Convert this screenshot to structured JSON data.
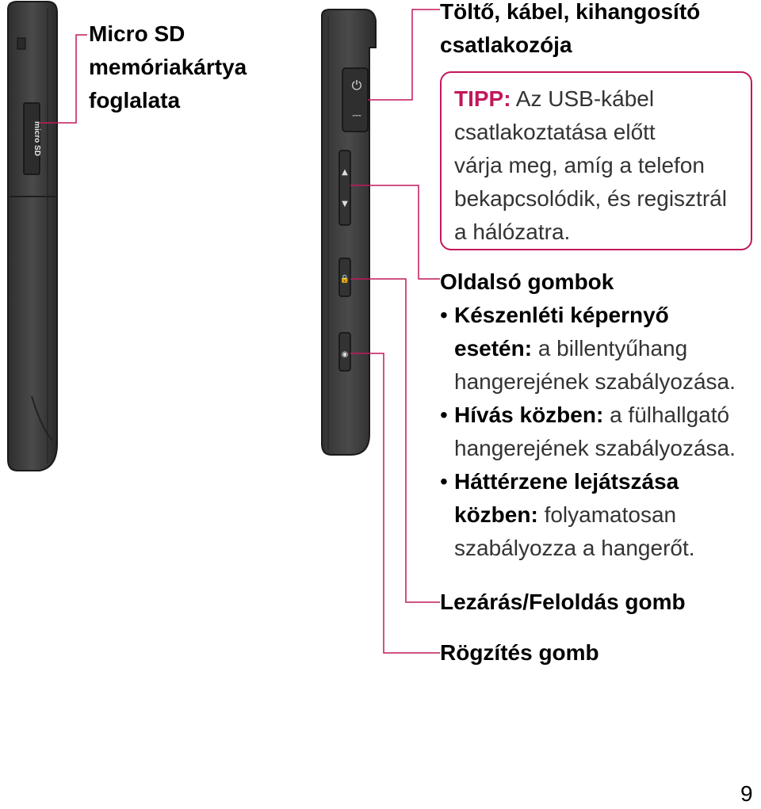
{
  "labels": {
    "charger_port_line1": "Töltő, kábel, kihangosító",
    "charger_port_line2": "csatlakozója",
    "microsd_line1": "Micro SD",
    "microsd_line2": "memóriakártya",
    "microsd_line3": "foglalata",
    "lock_button": "Lezárás/Feloldás gomb",
    "record_button": "Rögzítés gomb"
  },
  "tip": {
    "title": "TIPP:",
    "lines": [
      "Az USB-kábel",
      "csatlakoztatása előtt",
      "várja meg, amíg a telefon",
      "bekapcsolódik, és regisztrál",
      "a hálózatra."
    ]
  },
  "side_buttons": {
    "title": "Oldalsó gombok",
    "bullets": [
      {
        "bold": [
          "Készenléti képernyő",
          "esetén:"
        ],
        "text": [
          "a billentyűhang",
          "hangerejének szabályozása."
        ]
      },
      {
        "bold": [
          "Hívás közben:"
        ],
        "text": [
          "a fülhallgató",
          "hangerejének szabályozása."
        ]
      },
      {
        "bold": [
          "Háttérzene lejátszása",
          "közben:"
        ],
        "text": [
          "folyamatosan",
          "szabályozza a hangerőt."
        ]
      }
    ]
  },
  "device_markings": {
    "microsd_logo": "micro SD"
  },
  "colors": {
    "accent": "#c2185b",
    "device_body": "#3b3b3b"
  },
  "page_number": "9"
}
